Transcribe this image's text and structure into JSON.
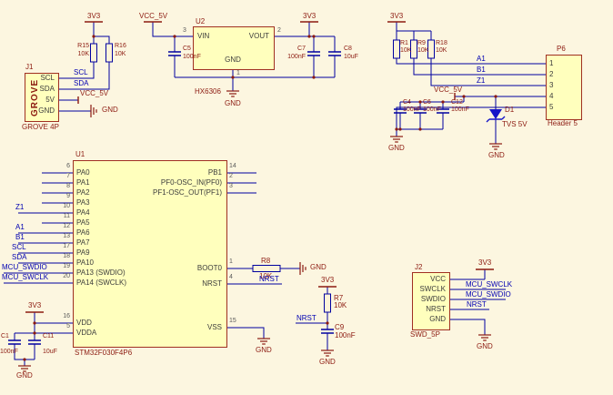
{
  "colors": {
    "background": "#fcf6e0",
    "wire": "#0000a0",
    "component_fill": "#ffffbd",
    "component_border": "#a03022",
    "designator_text": "#8c1a10",
    "net_label_text": "#0000b2",
    "pin_name_text": "#3c3c3c",
    "tvs_diode_fill": "#1414c8"
  },
  "power_labels": {
    "v3v3": "3V3",
    "vcc5v": "VCC_5V",
    "gnd": "GND"
  },
  "grove": {
    "designator": "J1",
    "part_label": "GROVE",
    "footprint": "GROVE 4P",
    "pins": [
      "SCL",
      "SDA",
      "5V",
      "GND"
    ],
    "r15": {
      "ref": "R15",
      "value": "10K"
    },
    "r16": {
      "ref": "R16",
      "value": "10K"
    },
    "nets": {
      "scl": "SCL",
      "sda": "SDA"
    }
  },
  "regulator": {
    "designator": "U2",
    "part_number": "HX6306",
    "pins": {
      "vin": "VIN",
      "vout": "VOUT",
      "gnd": "GND"
    },
    "pin_numbers": {
      "vin": "3",
      "vout": "2",
      "gnd": "1"
    },
    "c5": {
      "ref": "C5",
      "value": "100nF"
    },
    "c7": {
      "ref": "C7",
      "value": "100nF"
    },
    "c8": {
      "ref": "C8",
      "value": "10uF"
    }
  },
  "header_p6": {
    "designator": "P6",
    "part": "Header 5",
    "pin_numbers": [
      "1",
      "2",
      "3",
      "4",
      "5"
    ],
    "r1": {
      "ref": "R1",
      "value": "10K"
    },
    "r9": {
      "ref": "R9",
      "value": "10K"
    },
    "r18": {
      "ref": "R18",
      "value": "10K"
    },
    "c4": {
      "ref": "C4",
      "value": "100nF"
    },
    "c6": {
      "ref": "C6",
      "value": "100nF"
    },
    "c12": {
      "ref": "C12",
      "value": "100nF"
    },
    "d1": {
      "ref": "D1",
      "value": "TVS 5V"
    },
    "nets": {
      "a1": "A1",
      "b1": "B1",
      "z1": "Z1"
    }
  },
  "mcu": {
    "designator": "U1",
    "part_number": "STM32F030F4P6",
    "left_pins": [
      {
        "name": "PA0",
        "num": "6"
      },
      {
        "name": "PA1",
        "num": "7"
      },
      {
        "name": "PA2",
        "num": "8"
      },
      {
        "name": "PA3",
        "num": "9"
      },
      {
        "name": "PA4",
        "num": "10"
      },
      {
        "name": "PA5",
        "num": "11"
      },
      {
        "name": "PA6",
        "num": "12"
      },
      {
        "name": "PA7",
        "num": "13"
      },
      {
        "name": "PA9",
        "num": "17"
      },
      {
        "name": "PA10",
        "num": "18"
      },
      {
        "name": "PA13 (SWDIO)",
        "num": "19"
      },
      {
        "name": "PA14 (SWCLK)",
        "num": "20"
      },
      {
        "name": "VDD",
        "num": "16"
      },
      {
        "name": "VDDA",
        "num": "5"
      }
    ],
    "right_pins": [
      {
        "name": "PB1",
        "num": "14"
      },
      {
        "name": "PF0-OSC_IN(PF0)",
        "num": "2"
      },
      {
        "name": "PF1-OSC_OUT(PF1)",
        "num": "3"
      },
      {
        "name": "BOOT0",
        "num": "1"
      },
      {
        "name": "NRST",
        "num": "4"
      },
      {
        "name": "VSS",
        "num": "15"
      }
    ],
    "left_nets": {
      "z1": "Z1",
      "a1": "A1",
      "b1": "B1",
      "scl": "SCL",
      "sda": "SDA",
      "swdio": "MCU_SWDIO",
      "swclk": "MCU_SWCLK"
    },
    "nrst_net": "NRST",
    "r8": {
      "ref": "R8",
      "value": "10K"
    },
    "r7": {
      "ref": "R7",
      "value": "10K"
    },
    "c9": {
      "ref": "C9",
      "value": "100nF"
    },
    "c1": {
      "ref": "C1",
      "value": "100nF"
    },
    "c11": {
      "ref": "C11",
      "value": "10uF"
    }
  },
  "swd_j2": {
    "designator": "J2",
    "part": "SWD_5P",
    "pins": [
      "VCC",
      "SWCLK",
      "SWDIO",
      "NRST",
      "GND"
    ],
    "nets": {
      "swclk": "MCU_SWCLK",
      "swdio": "MCU_SWDIO",
      "nrst": "NRST"
    }
  }
}
